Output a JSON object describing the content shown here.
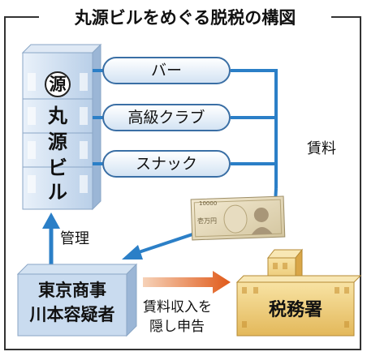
{
  "title": "丸源ビルをめぐる脱税の構図",
  "building": {
    "emblem": "源",
    "name_chars": [
      "丸",
      "源",
      "ビ",
      "ル"
    ]
  },
  "tenants": [
    "バー",
    "高級クラブ",
    "スナック"
  ],
  "rent_label": "賃料",
  "banknote": {
    "denomination": "10000",
    "text": "壱万円"
  },
  "management_label": "管理",
  "company": {
    "line1": "東京商事",
    "line2": "川本容疑者"
  },
  "concealment_label": {
    "line1": "賃料収入を",
    "line2": "隠し申告"
  },
  "tax_office": "税務署",
  "colors": {
    "accent_blue": "#2b7fc7",
    "arrow_orange": "#e05a1a",
    "building_blue": "#c9dbef",
    "tax_office_yellow": "#f2d27a"
  }
}
